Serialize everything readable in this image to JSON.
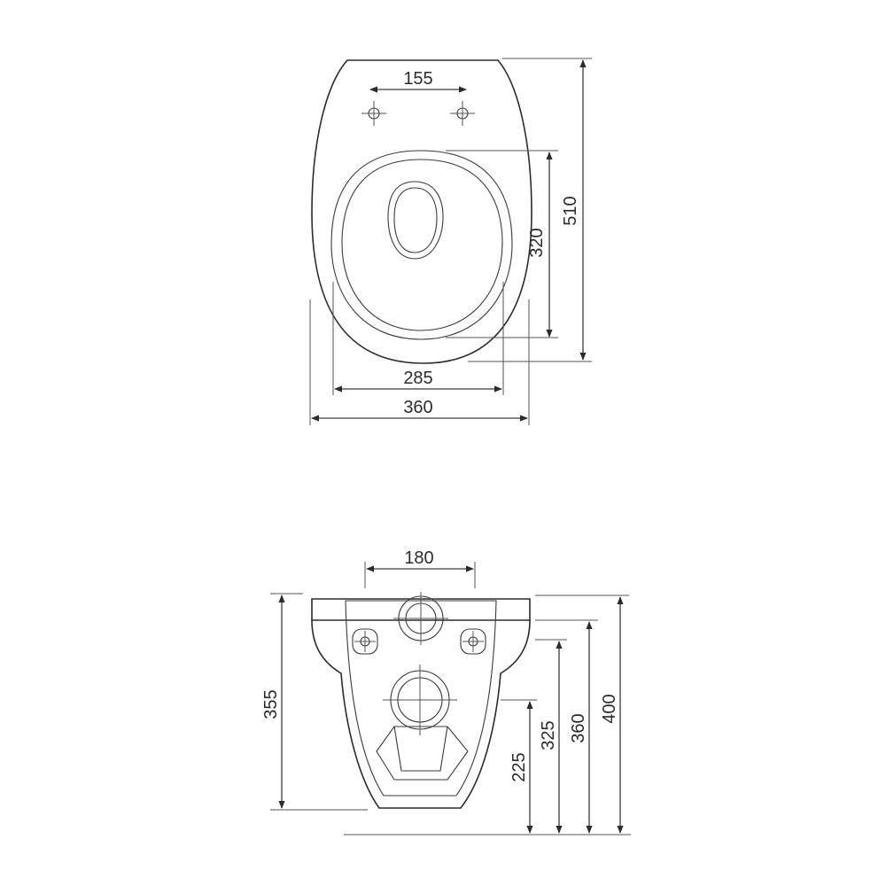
{
  "top_view": {
    "dims": {
      "fixing_distance": "155",
      "inner_depth": "320",
      "total_length": "510",
      "inner_width": "285",
      "total_width": "360"
    }
  },
  "front_view": {
    "dims": {
      "fixing_width": "180",
      "bowl_height": "355",
      "outlet_height": "225",
      "inlet_height": "325",
      "fixing_height": "360",
      "total_height": "400"
    }
  },
  "colors": {
    "line": "#2b2b2b",
    "background": "#ffffff"
  }
}
